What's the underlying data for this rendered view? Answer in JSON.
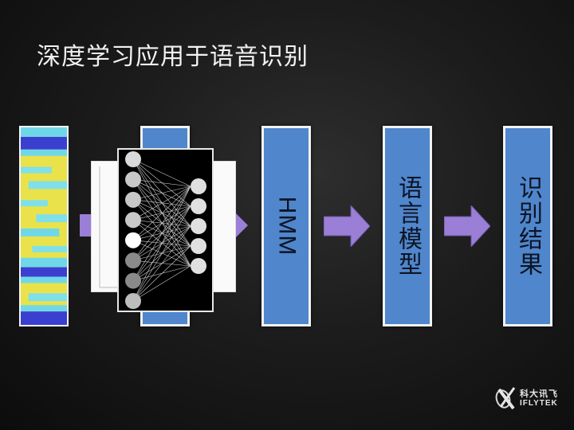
{
  "slide": {
    "title": "深度学习应用于语音识别"
  },
  "pipeline": {
    "stages": [
      {
        "id": "spectrogram",
        "label": ""
      },
      {
        "id": "dnn",
        "label": ""
      },
      {
        "id": "hmm",
        "label": "HMM"
      },
      {
        "id": "language_model",
        "label": "语言模型"
      },
      {
        "id": "result",
        "label": "识别结果"
      }
    ],
    "nn_input_nodes": 8,
    "nn_output_nodes": 5
  },
  "colors": {
    "box_fill": "#4f86cc",
    "arrow_fill": "#9b7fd6",
    "background": "#1c1c1c"
  },
  "logo": {
    "cn": "科大讯飞",
    "en": "IFLYTEK"
  }
}
